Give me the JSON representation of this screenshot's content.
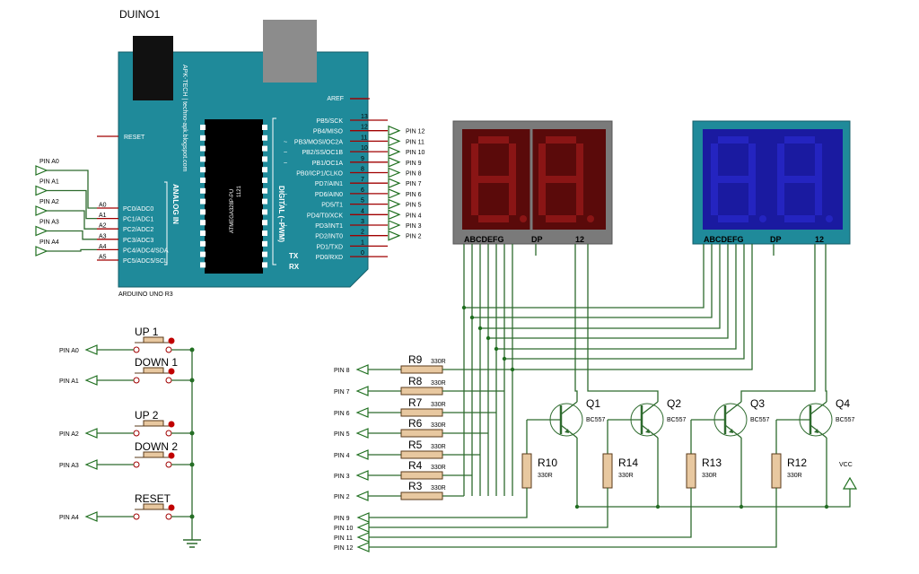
{
  "board": {
    "title": "DUINO1",
    "model": "ARDUINO UNO R3",
    "vertical_brand": "APK-TECH | techno-apk.blogspot.com",
    "chip_label": "ATMEGA328P-PU",
    "chip_sub": "1121",
    "analog_section": "ANALOG IN",
    "digital_section": "DIGITAL (~PWM)",
    "aref": "AREF",
    "reset": "RESET",
    "tx": "TX",
    "rx": "RX",
    "analog_pins": [
      {
        "ext": "PIN A0",
        "num": "A0",
        "func": "PC0/ADC0"
      },
      {
        "ext": "PIN A1",
        "num": "A1",
        "func": "PC1/ADC1"
      },
      {
        "ext": "PIN A2",
        "num": "A2",
        "func": "PC2/ADC2"
      },
      {
        "ext": "PIN A3",
        "num": "A3",
        "func": "PC3/ADC3"
      },
      {
        "ext": "PIN A4",
        "num": "A4",
        "func": "PC4/ADC4/SDA"
      },
      {
        "ext": "",
        "num": "A5",
        "func": "PC5/ADC5/SCL"
      }
    ],
    "digital_pins": [
      {
        "num": "13",
        "func": "PB5/SCK",
        "pwm": "",
        "ext": ""
      },
      {
        "num": "12",
        "func": "PB4/MISO",
        "pwm": "",
        "ext": "PIN 12"
      },
      {
        "num": "11",
        "func": "PB3/MOSI/OC2A",
        "pwm": "~",
        "ext": "PIN 11"
      },
      {
        "num": "10",
        "func": "PB2/SS/OC1B",
        "pwm": "~",
        "ext": "PIN 10"
      },
      {
        "num": "9",
        "func": "PB1/OC1A",
        "pwm": "~",
        "ext": "PIN 9"
      },
      {
        "num": "8",
        "func": "PB0/ICP1/CLKO",
        "pwm": "",
        "ext": "PIN 8"
      },
      {
        "num": "7",
        "func": "PD7/AIN1",
        "pwm": "",
        "ext": "PIN 7"
      },
      {
        "num": "6",
        "func": "PD6/AIN0",
        "pwm": "~",
        "ext": "PIN 6"
      },
      {
        "num": "5",
        "func": "PD5/T1",
        "pwm": "~",
        "ext": "PIN 5"
      },
      {
        "num": "4",
        "func": "PD4/T0/XCK",
        "pwm": "",
        "ext": "PIN 4"
      },
      {
        "num": "3",
        "func": "PD3/INT1",
        "pwm": "~",
        "ext": "PIN 3"
      },
      {
        "num": "2",
        "func": "PD2/INT0",
        "pwm": "",
        "ext": "PIN 2"
      },
      {
        "num": "1",
        "func": "PD1/TXD",
        "pwm": "",
        "ext": ""
      },
      {
        "num": "0",
        "func": "PD0/RXD",
        "pwm": "",
        "ext": ""
      }
    ]
  },
  "buttons": [
    {
      "label": "UP 1",
      "pin": "PIN A0"
    },
    {
      "label": "DOWN 1",
      "pin": "PIN A1"
    },
    {
      "label": "UP 2",
      "pin": "PIN A2"
    },
    {
      "label": "DOWN 2",
      "pin": "PIN A3"
    },
    {
      "label": "RESET",
      "pin": "PIN A4"
    }
  ],
  "displays": [
    {
      "segments_label": "ABCDEFG",
      "dp_label": "DP",
      "digit_label": "12",
      "color": "red"
    },
    {
      "segments_label": "ABCDEFG",
      "dp_label": "DP",
      "digit_label": "12",
      "color": "blue"
    }
  ],
  "segment_resistors": [
    {
      "name": "R9",
      "value": "330R",
      "pin": "PIN 8"
    },
    {
      "name": "R8",
      "value": "330R",
      "pin": "PIN 7"
    },
    {
      "name": "R7",
      "value": "330R",
      "pin": "PIN 6"
    },
    {
      "name": "R6",
      "value": "330R",
      "pin": "PIN 5"
    },
    {
      "name": "R5",
      "value": "330R",
      "pin": "PIN 4"
    },
    {
      "name": "R4",
      "value": "330R",
      "pin": "PIN 3"
    },
    {
      "name": "R3",
      "value": "330R",
      "pin": "PIN 2"
    }
  ],
  "transistors": [
    {
      "name": "Q1",
      "model": "BC557"
    },
    {
      "name": "Q2",
      "model": "BC557"
    },
    {
      "name": "Q3",
      "model": "BC557"
    },
    {
      "name": "Q4",
      "model": "BC557"
    }
  ],
  "base_resistors": [
    {
      "name": "R10",
      "value": "330R"
    },
    {
      "name": "R14",
      "value": "330R"
    },
    {
      "name": "R13",
      "value": "330R"
    },
    {
      "name": "R12",
      "value": "330R"
    }
  ],
  "base_pins": [
    "PIN 9",
    "PIN 10",
    "PIN 11",
    "PIN 12"
  ],
  "vcc_label": "VCC",
  "colors": {
    "board": "#1f8a9a",
    "wire": "#2e6b2e",
    "pin": "#a00000",
    "display_red_bg": "#5a0a0a",
    "display_blue_bg": "#1a1aa0"
  }
}
